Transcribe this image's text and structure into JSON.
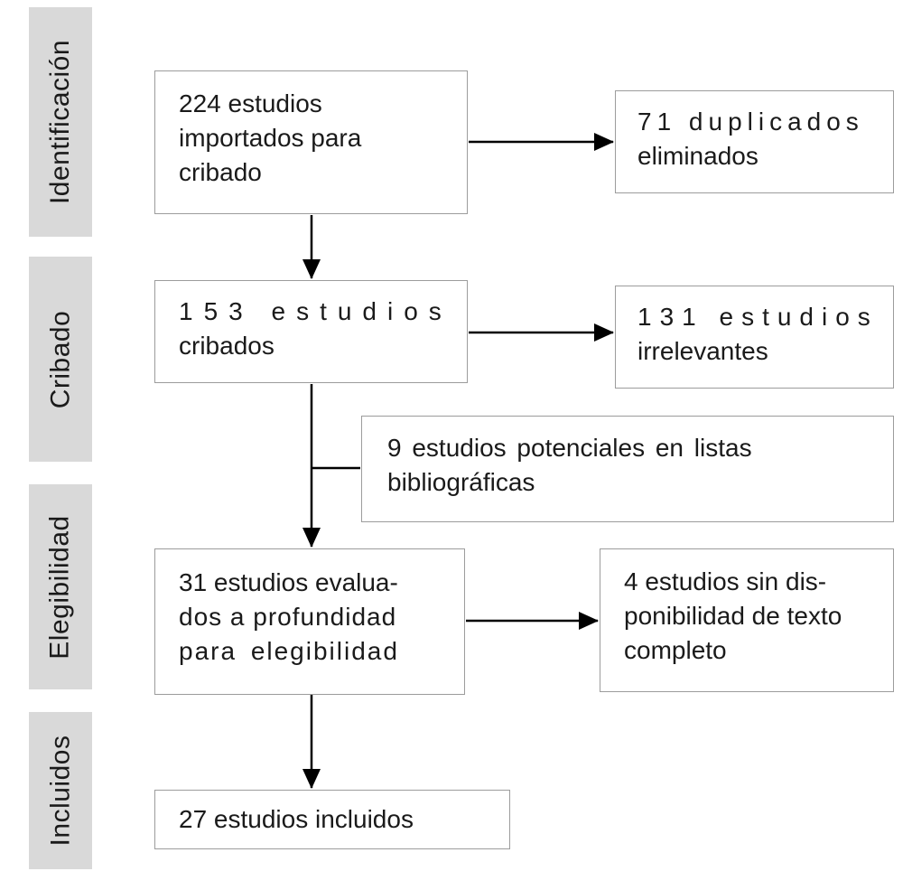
{
  "stages": [
    {
      "label": "Identificación"
    },
    {
      "label": "Cribado"
    },
    {
      "label": "Elegibilidad"
    },
    {
      "label": "Incluidos"
    }
  ],
  "boxes": {
    "imported": {
      "lines": [
        "224 estudios",
        "importados para",
        "cribado"
      ]
    },
    "duplicates": {
      "lines": [
        "71 duplicados",
        "eliminados"
      ]
    },
    "screened": {
      "lines": [
        "153 estudios",
        "cribados"
      ]
    },
    "irrelevant": {
      "lines": [
        "131 estudios",
        "irrelevantes"
      ]
    },
    "reference_lists": {
      "lines": [
        "9 estudios potenciales en listas",
        "bibliográficas"
      ]
    },
    "fulltext": {
      "lines": [
        "31 estudios evalua-",
        "dos a profundidad",
        "para elegibilidad"
      ]
    },
    "no_fulltext": {
      "lines": [
        "4 estudios sin dis-",
        "ponibilidad de texto",
        "completo"
      ]
    },
    "included": {
      "lines": [
        "27 estudios incluidos"
      ]
    }
  },
  "colors": {
    "stage_bg": "#d9d9d9",
    "box_border": "#9c9c9c",
    "text": "#1a1a1a",
    "arrow": "#000000"
  }
}
